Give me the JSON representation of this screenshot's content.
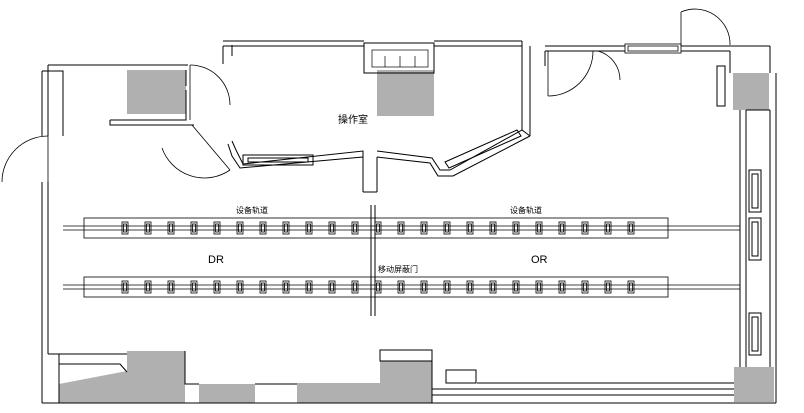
{
  "labels": {
    "control_room": "操作室",
    "rail_left": "设备轨道",
    "rail_right": "设备轨道",
    "dr": "DR",
    "or": "OR",
    "door": "移动屏蔽门"
  }
}
